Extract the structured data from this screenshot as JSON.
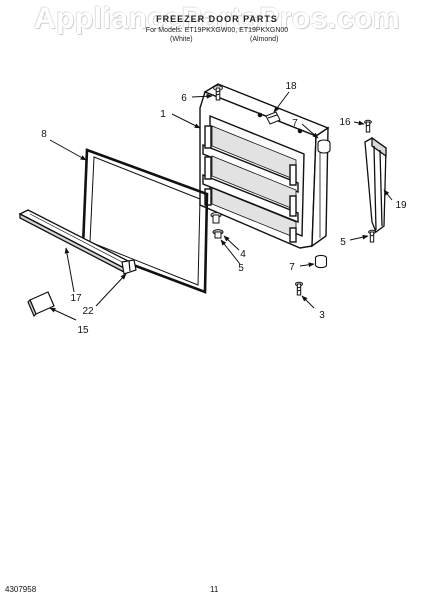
{
  "header": {
    "title": "FREEZER DOOR PARTS",
    "subtitle": "For Models: ET19PKXGW00, ET19PKXGN00",
    "note_left": "(White)",
    "note_right": "(Almond)"
  },
  "watermark": "AppliancePartsPros.com",
  "callouts": [
    {
      "id": "1",
      "label": "1"
    },
    {
      "id": "3",
      "label": "3"
    },
    {
      "id": "4",
      "label": "4"
    },
    {
      "id": "5a",
      "label": "5"
    },
    {
      "id": "5b",
      "label": "5"
    },
    {
      "id": "6",
      "label": "6"
    },
    {
      "id": "7a",
      "label": "7"
    },
    {
      "id": "7b",
      "label": "7"
    },
    {
      "id": "8",
      "label": "8"
    },
    {
      "id": "15",
      "label": "15"
    },
    {
      "id": "16",
      "label": "16"
    },
    {
      "id": "17",
      "label": "17"
    },
    {
      "id": "18",
      "label": "18"
    },
    {
      "id": "19",
      "label": "19"
    },
    {
      "id": "22",
      "label": "22"
    }
  ],
  "footer": {
    "doc_number": "4307958",
    "page_number": "11"
  }
}
